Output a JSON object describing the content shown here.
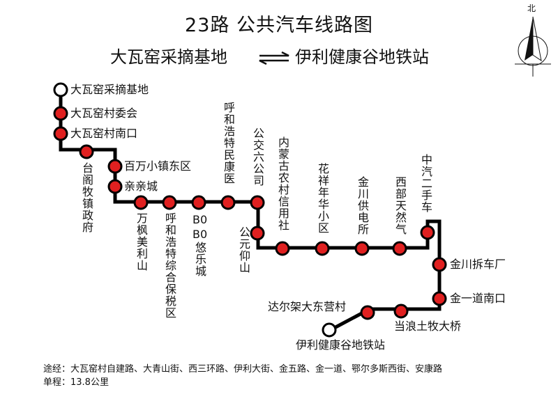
{
  "title": "23路  公共汽车线路图",
  "direction": {
    "from": "大瓦窑采摘基地",
    "to": "伊利健康谷地铁站",
    "arrow_icon": "bidirectional-arrows-icon"
  },
  "compass": {
    "label": "北"
  },
  "colors": {
    "line": "#000000",
    "stop": "#e02020",
    "terminal": "#ffffff"
  },
  "stops": [
    {
      "name": "大瓦窑采摘基地",
      "type": "terminal"
    },
    {
      "name": "大瓦窑村委会",
      "type": "stop"
    },
    {
      "name": "大瓦窑村南口",
      "type": "stop"
    },
    {
      "name": "台阁牧镇政府",
      "type": "stop"
    },
    {
      "name": "百万小镇东区",
      "type": "stop"
    },
    {
      "name": "亲亲城",
      "type": "stop"
    },
    {
      "name": "万枫美利山",
      "type": "stop"
    },
    {
      "name": "呼和浩特综合保税区",
      "type": "stop"
    },
    {
      "name": "BOBO悠乐城",
      "type": "stop",
      "lines": [
        "B0",
        "B0",
        "悠乐城"
      ]
    },
    {
      "name": "呼和浩特民康医",
      "type": "stop"
    },
    {
      "name": "公交六公司",
      "type": "stop"
    },
    {
      "name": "公元仰山",
      "type": "stop"
    },
    {
      "name": "内蒙古农村信用社",
      "type": "stop"
    },
    {
      "name": "花祥年华小区",
      "type": "stop"
    },
    {
      "name": "金川供电所",
      "type": "stop"
    },
    {
      "name": "西部天然气",
      "type": "stop"
    },
    {
      "name": "中汽二手车",
      "type": "stop"
    },
    {
      "name": "金川拆车厂",
      "type": "stop"
    },
    {
      "name": "金一道南口",
      "type": "stop"
    },
    {
      "name": "当浪土牧大桥",
      "type": "stop"
    },
    {
      "name": "达尔架大东营村",
      "type": "stop"
    },
    {
      "name": "伊利健康谷地铁站",
      "type": "terminal"
    }
  ],
  "footer": {
    "via": "途经：大瓦窑村自建路、大青山街、西三环路、伊利大街、金五路、金一道、鄂尔多斯西街、安康路",
    "distance": "单程：13.8公里"
  }
}
